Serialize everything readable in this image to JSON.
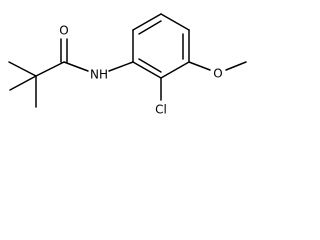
{
  "molecule": {
    "atoms": {
      "oxygen_carbonyl": "O",
      "amide_nitrogen": "NH",
      "chlorine": "Cl",
      "oxygen_methoxy": "O"
    }
  }
}
